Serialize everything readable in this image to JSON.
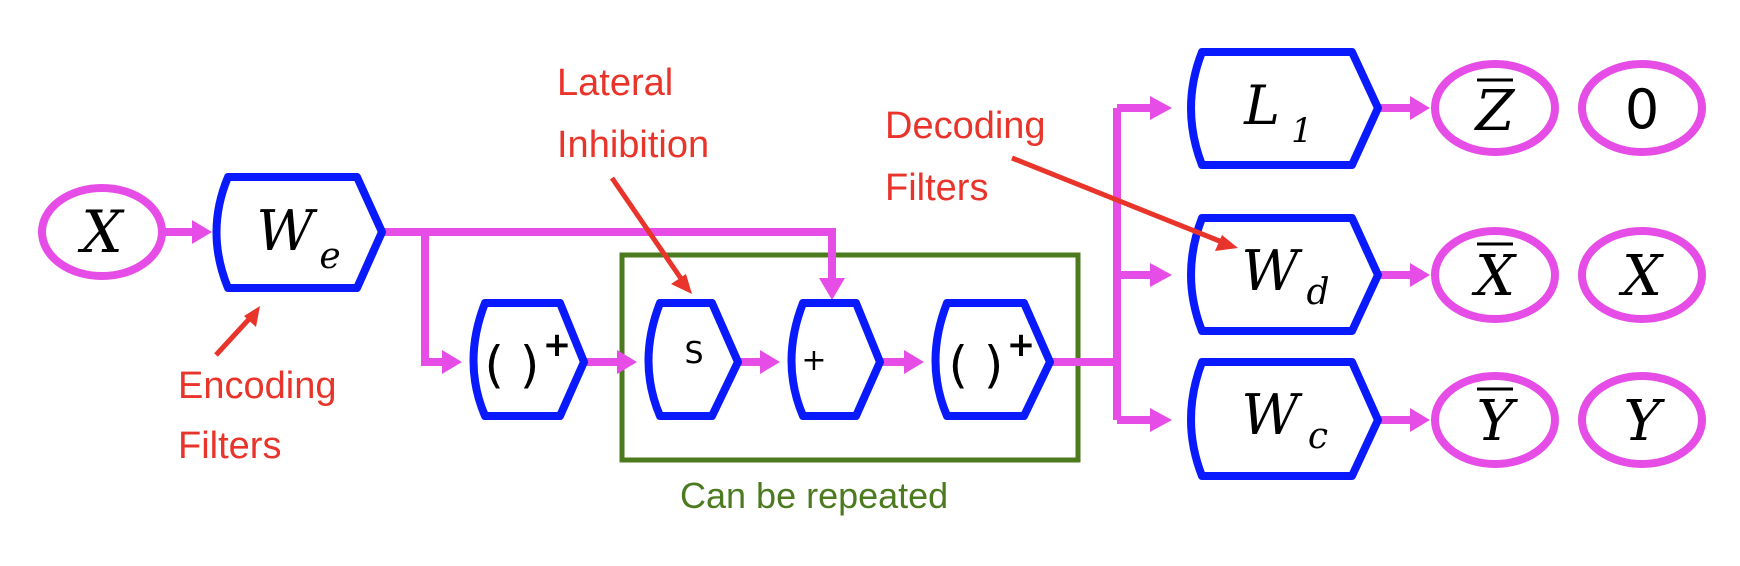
{
  "annotations": {
    "lateral_line1": "Lateral",
    "lateral_line2": "Inhibition",
    "decoding_line1": "Decoding",
    "decoding_line2": "Filters",
    "encoding_line1": "Encoding",
    "encoding_line2": "Filters",
    "repeat_caption": "Can be repeated"
  },
  "nodes": {
    "input_x": "X",
    "encoder_w": "W",
    "encoder_sub": "e",
    "relu_paren": "( )",
    "relu_plus": "+",
    "s_block": "S",
    "add_block": "+",
    "relu2_paren": "( )",
    "relu2_plus": "+",
    "l1_main": "L",
    "l1_sub": "1",
    "decoder_w": "W",
    "decoder_sub": "d",
    "classifier_w": "W",
    "classifier_sub": "c"
  },
  "outputs": {
    "zbar": "Z",
    "zero": "0",
    "xbar": "X",
    "x_target": "X",
    "ybar": "Y",
    "y_target": "Y"
  },
  "colors": {
    "node_stroke": "#0a1aff",
    "wire": "#e64ce6",
    "annotation": "#e8342a",
    "repeat_box": "#4c7a1f"
  }
}
